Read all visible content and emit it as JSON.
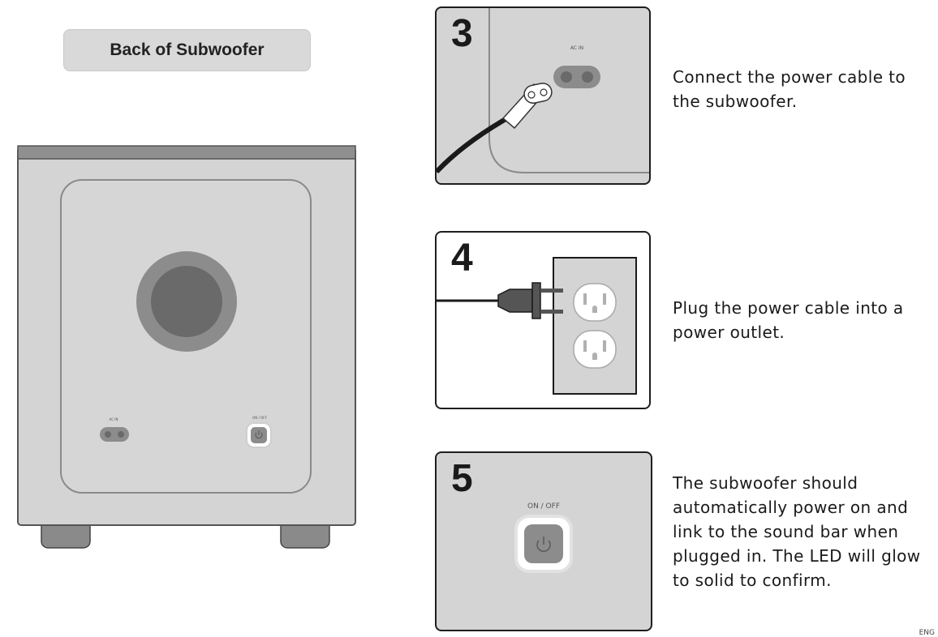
{
  "title": "Back of Subwoofer",
  "subwoofer": {
    "ac_label": "AC IN",
    "power_label": "ON / OFF"
  },
  "steps": [
    {
      "number": "3",
      "panel_label": "AC IN",
      "text": "Connect the power cable to\nthe subwoofer."
    },
    {
      "number": "4",
      "text": "Plug the power cable into a\npower outlet."
    },
    {
      "number": "5",
      "panel_label": "ON / OFF",
      "text": "The subwoofer should\nautomatically power on and\nlink to the sound bar when\nplugged in. The LED will glow\nto solid to confirm."
    }
  ],
  "page_code": "ENG"
}
